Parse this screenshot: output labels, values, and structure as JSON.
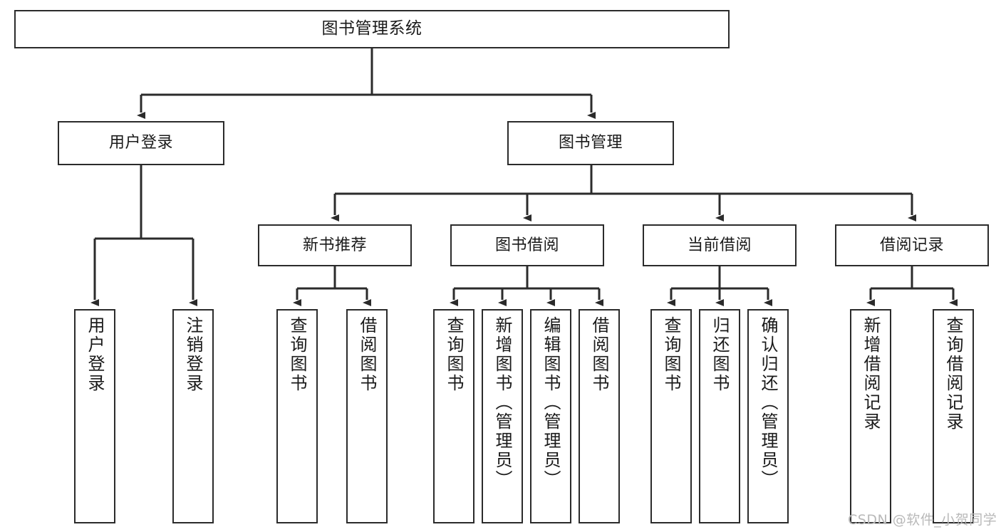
{
  "diagram": {
    "title_node": {
      "label": "图书管理系统"
    },
    "level2": [
      {
        "label": "用户登录"
      },
      {
        "label": "图书管理"
      }
    ],
    "level3": [
      {
        "label": "新书推荐"
      },
      {
        "label": "图书借阅"
      },
      {
        "label": "当前借阅"
      },
      {
        "label": "借阅记录"
      }
    ],
    "leaves": {
      "user_login": [
        {
          "label": "用户登录"
        },
        {
          "label": "注销登录"
        }
      ],
      "new_book_recommend": [
        {
          "label": "查询图书"
        },
        {
          "label": "借阅图书"
        }
      ],
      "book_borrow": [
        {
          "label": "查询图书"
        },
        {
          "label": "新增图书（管理员）"
        },
        {
          "label": "编辑图书（管理员）"
        },
        {
          "label": "借阅图书"
        }
      ],
      "current_borrow": [
        {
          "label": "查询图书"
        },
        {
          "label": "归还图书"
        },
        {
          "label": "确认归还（管理员）"
        }
      ],
      "borrow_records": [
        {
          "label": "新增借阅记录"
        },
        {
          "label": "查询借阅记录"
        }
      ]
    },
    "watermark": {
      "text": "CSDN @软件_小贺同学"
    },
    "colors": {
      "stroke": "#2b2b2b",
      "fill": "#ffffff",
      "text": "#1a1a1a",
      "watermark": "#b9b9b9"
    }
  }
}
